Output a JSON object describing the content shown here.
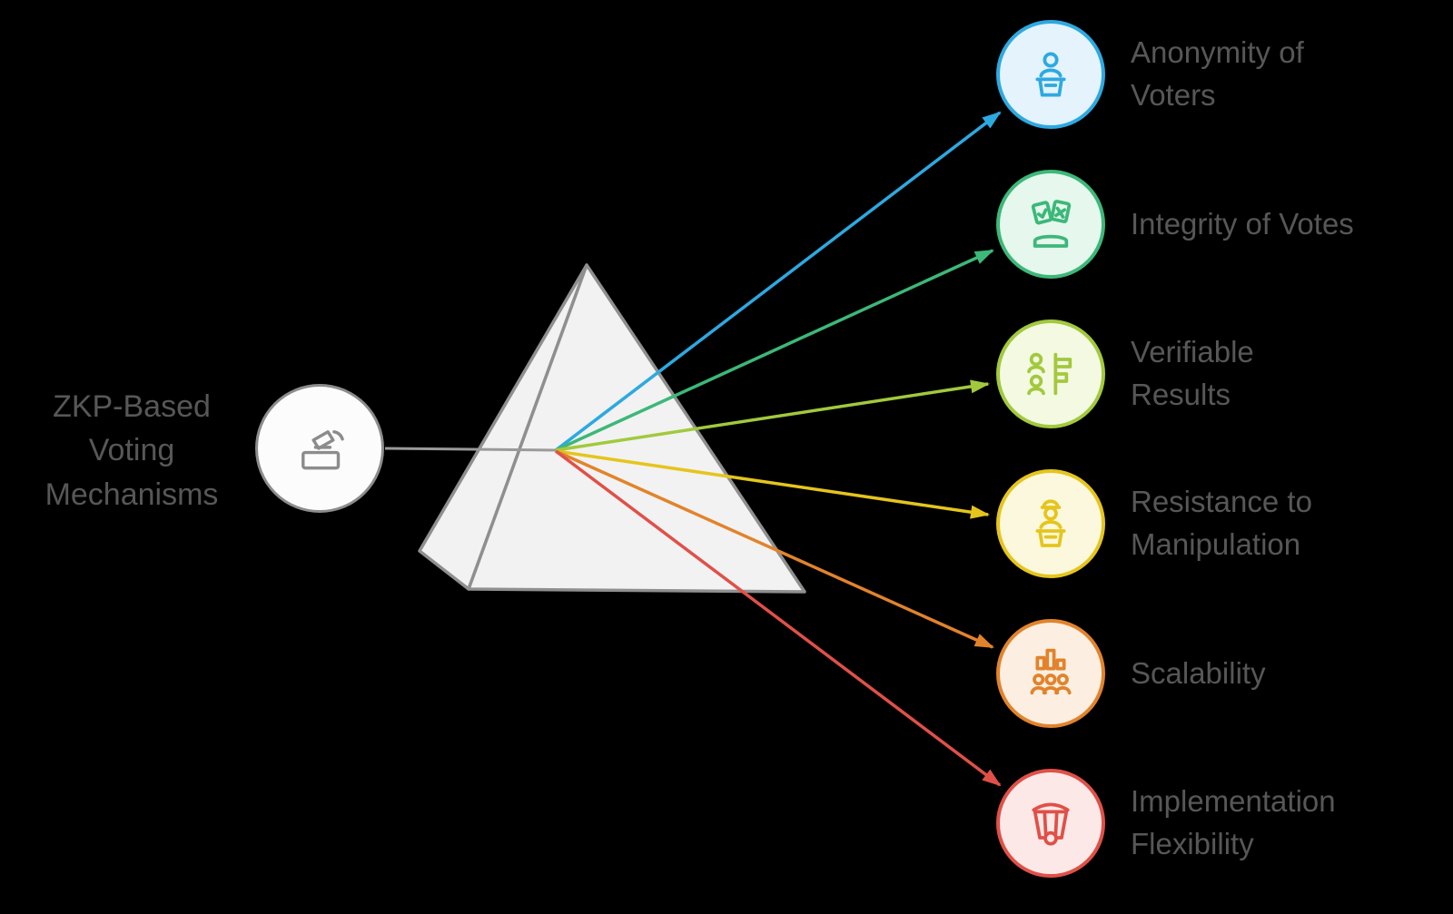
{
  "background_color": "#000000",
  "text_color": "#575757",
  "source": {
    "label_lines": [
      "ZKP-Based",
      "Voting",
      "Mechanisms"
    ],
    "icon": "ballot-box-icon",
    "ring_color": "#8c8c8c",
    "icon_color": "#8c8c8c",
    "fill": "#fcfcfc"
  },
  "connector": {
    "color": "#9a9a9a"
  },
  "prism": {
    "fill": "#f2f2f2",
    "stroke": "#8f8f8f"
  },
  "items": [
    {
      "label_lines": [
        "Anonymity of",
        "Voters"
      ],
      "icon": "voter-anonymity-icon",
      "color": "#2da9e1",
      "fill": "#e4f3fc"
    },
    {
      "label_lines": [
        "Integrity of Votes",
        ""
      ],
      "icon": "vote-integrity-icon",
      "color": "#3cb878",
      "fill": "#e6f7ee"
    },
    {
      "label_lines": [
        "Verifiable",
        "Results"
      ],
      "icon": "verifiable-results-icon",
      "color": "#a2c93c",
      "fill": "#f4f9e2"
    },
    {
      "label_lines": [
        "Resistance to",
        "Manipulation"
      ],
      "icon": "manipulation-resistance-icon",
      "color": "#e5c51c",
      "fill": "#fcf8dd"
    },
    {
      "label_lines": [
        "Scalability",
        ""
      ],
      "icon": "scalability-icon",
      "color": "#e2832b",
      "fill": "#fcefe2"
    },
    {
      "label_lines": [
        "Implementation",
        "Flexibility"
      ],
      "icon": "implementation-flexibility-icon",
      "color": "#e05048",
      "fill": "#fce9e7"
    }
  ]
}
